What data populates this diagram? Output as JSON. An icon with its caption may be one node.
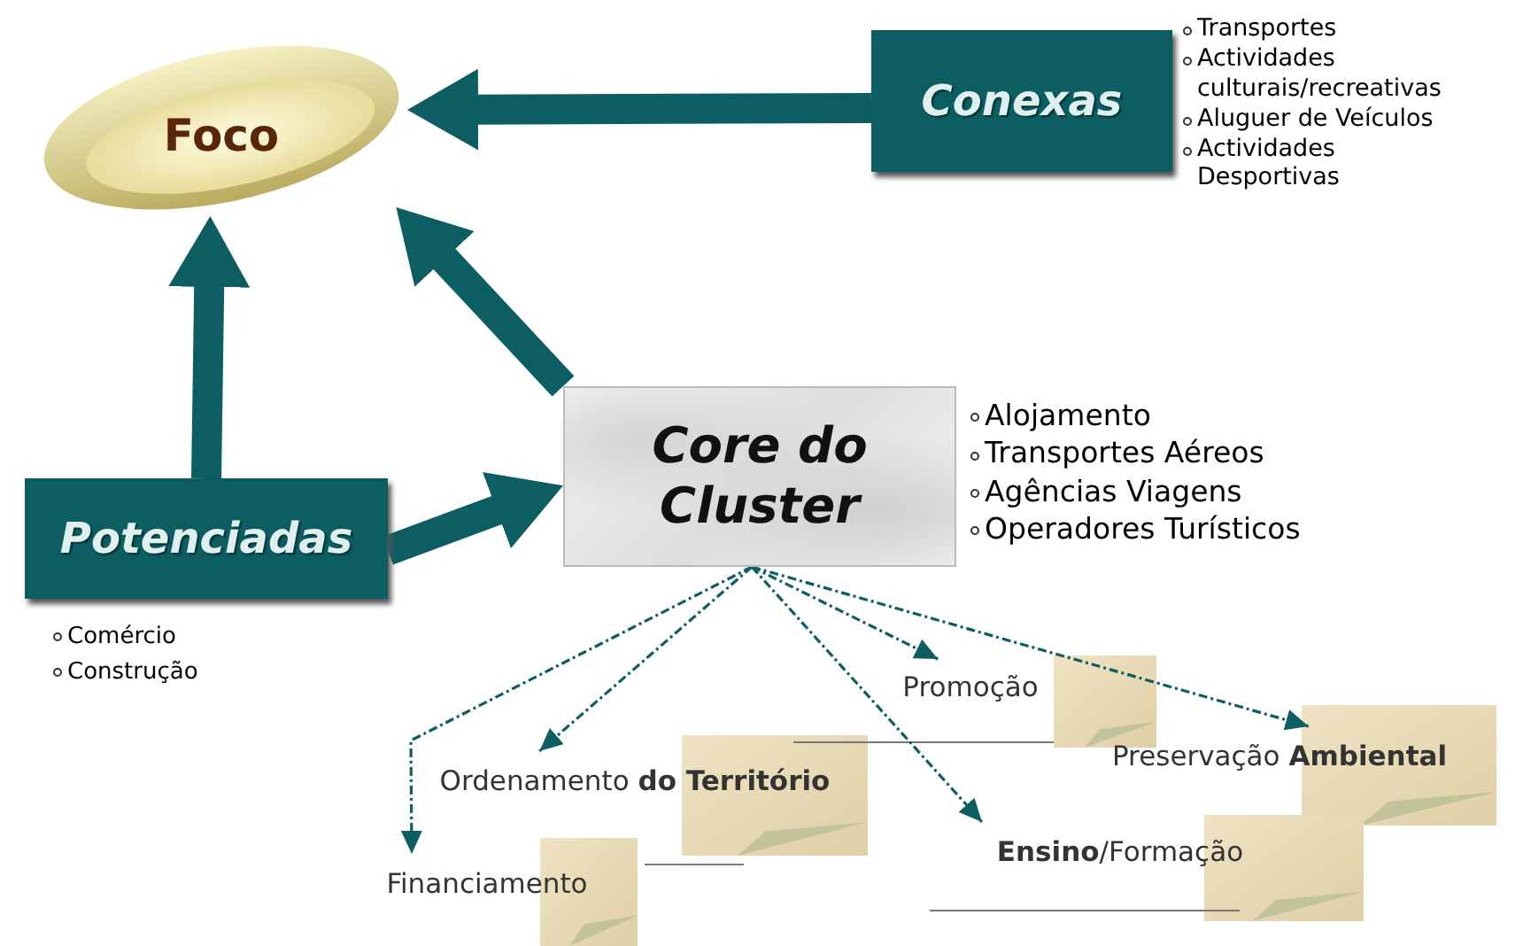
{
  "diagram": {
    "nodes": [
      {
        "text": [
          "Foco"
        ]
      },
      {
        "text": [
          "Conexas"
        ],
        "beside": [
          "Transportes",
          "Actividades culturais/recreativas",
          "Aluguer de Veículos",
          "Actividades Desportivas"
        ]
      },
      {
        "text": [
          "Core do Cluster"
        ],
        "beside": [
          "Alojamento",
          "Transportes Aéreos",
          "Agências Viagens",
          "Operadores Turísticos"
        ]
      },
      {
        "text": [
          "Potenciadas"
        ],
        "beside": [
          "Comércio",
          "Construção"
        ]
      },
      {
        "text": [
          "Promoção"
        ]
      },
      {
        "text": [
          "Preservação **Ambiental**"
        ]
      },
      {
        "text": [
          "Ordenamento **do Território**"
        ]
      },
      {
        "text": [
          "**Ensino**/Formação"
        ]
      },
      {
        "text": [
          "Financiamento"
        ]
      }
    ],
    "edges": [
      {
        "from": 1,
        "to": 0,
        "arrow": "to",
        "style": "thick"
      },
      {
        "from": 3,
        "to": 0,
        "arrow": "to",
        "style": "thick"
      },
      {
        "from": 2,
        "to": 0,
        "arrow": "to",
        "style": "thick"
      },
      {
        "from": 3,
        "to": 2,
        "arrow": "to",
        "style": "thick"
      },
      {
        "from": 2,
        "to": 6,
        "arrow": "to",
        "style": "dashed"
      },
      {
        "from": 2,
        "to": 8,
        "arrow": "to",
        "style": "dashed"
      },
      {
        "from": 2,
        "to": 7,
        "arrow": "to",
        "style": "dashed"
      },
      {
        "from": 2,
        "to": 4,
        "arrow": "to",
        "style": "dashed"
      },
      {
        "from": 2,
        "to": 5,
        "arrow": "to",
        "style": "dashed"
      }
    ]
  }
}
